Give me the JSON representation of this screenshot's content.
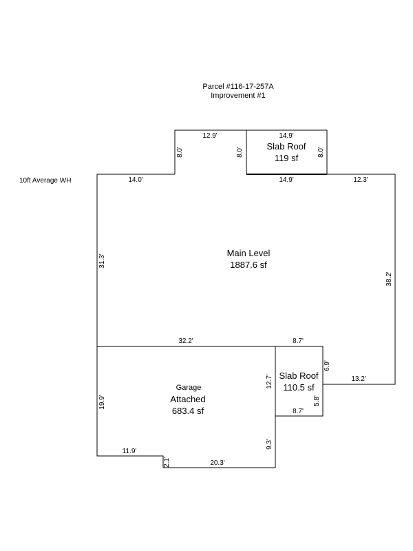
{
  "header": {
    "parcel": "Parcel #116-17-257A",
    "improvement": "Improvement #1"
  },
  "note": "10ft Average WH",
  "areas": {
    "main": {
      "name": "Main Level",
      "size": "1887.6 sf"
    },
    "slab_top": {
      "name": "Slab Roof",
      "size": "119 sf"
    },
    "slab_mid": {
      "name": "Slab Roof",
      "size": "110.5 sf"
    },
    "garage": {
      "name": "Garage",
      "subname": "Attached",
      "size": "683.4 sf"
    }
  },
  "dimensions": {
    "top_bump_width": "12.9'",
    "top_bump_left_height": "8.0'",
    "top_bump_right_height": "8.0'",
    "slab_top_width": "14.9'",
    "slab_top_right_height": "8.0'",
    "slab_top_bottom_width": "14.9'",
    "main_top_left": "14.0'",
    "main_top_right": "12.3'",
    "main_left_height": "31.3'",
    "main_right_height": "38.2'",
    "main_bottom_width": "32.2'",
    "slab_mid_top": "8.7'",
    "slab_mid_right_upper": "6.9'",
    "main_bottom_right": "13.2'",
    "slab_mid_right_lower": "5.8'",
    "slab_mid_bottom": "8.7'",
    "garage_right_upper": "12.7'",
    "garage_right_lower": "9.3'",
    "garage_left_height": "19.9'",
    "garage_bottom_left": "11.9'",
    "garage_notch": "2.1'",
    "garage_bottom_right": "20.3'"
  }
}
